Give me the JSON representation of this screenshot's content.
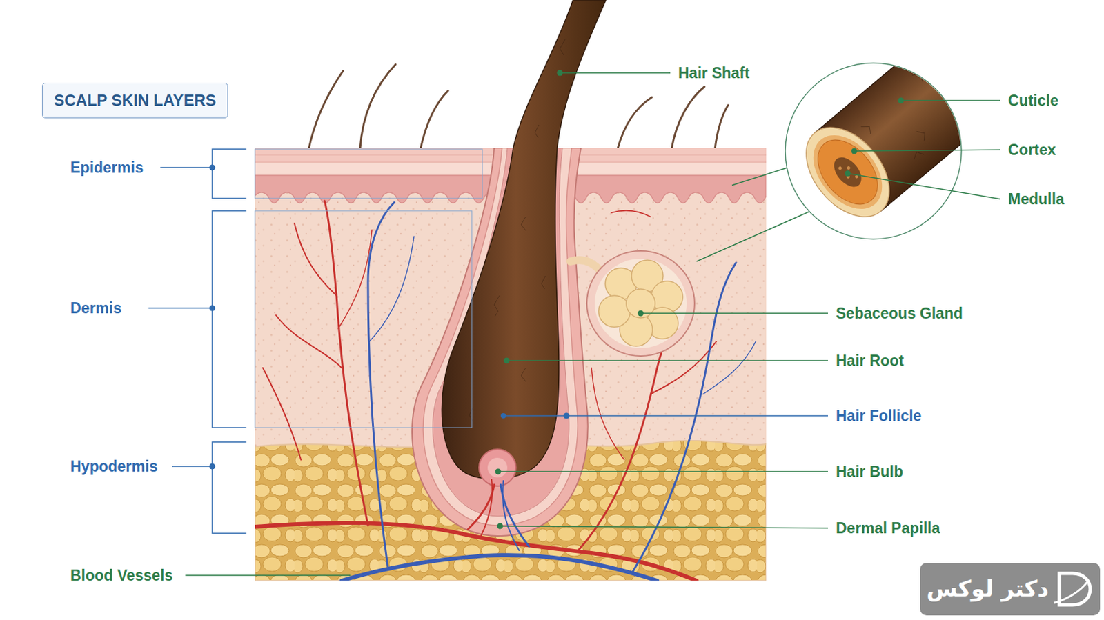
{
  "diagram": {
    "title": "SCALP SKIN LAYERS",
    "labels": [
      "Hair Shaft",
      "Cuticle",
      "Epidermis",
      "Cortex",
      "Medulla",
      "Dermis",
      "Sebaceous Gland",
      "Hair Root",
      "Hair Follicle",
      "Hypodermis",
      "Hair Bulb",
      "Dermal Papilla",
      "Blood Vessels",
      "دكتر لوكس"
    ]
  }
}
